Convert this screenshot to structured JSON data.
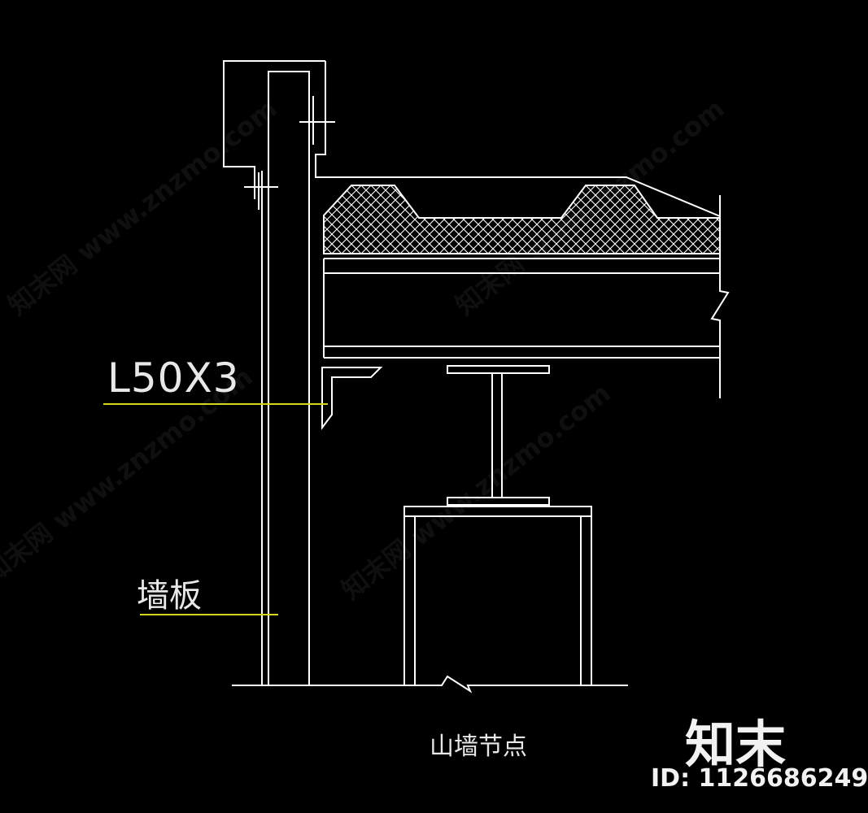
{
  "labels": {
    "angle_steel": "L50X3",
    "wall_panel": "墙板",
    "title": "山墙节点"
  },
  "brand": {
    "logo": "知末",
    "id_text": "ID: 1126686249",
    "watermark": "知末网 www.znzmo.com"
  },
  "colors": {
    "background": "#000000",
    "lines": "#ffffff",
    "leader": "#d6d61e"
  }
}
